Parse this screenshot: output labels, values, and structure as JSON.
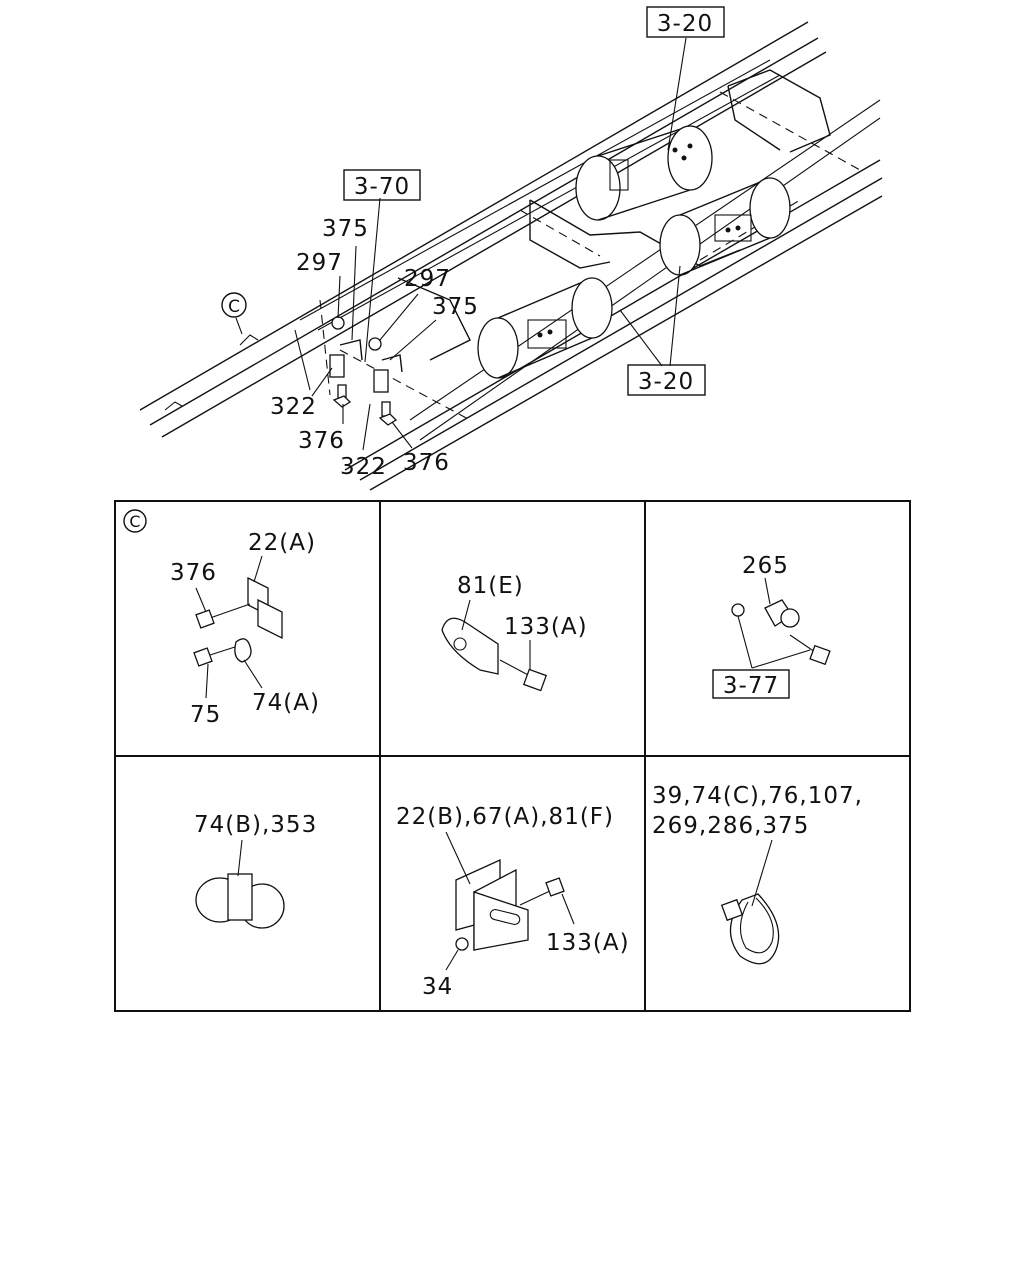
{
  "main_diagram": {
    "ref_boxes": {
      "top_right": "3-20",
      "left": "3-70",
      "bottom_right": "3-20"
    },
    "callout_marker": "C",
    "labels": {
      "l375_a": "375",
      "l297_a": "297",
      "l297_b": "297",
      "l375_b": "375",
      "l322_a": "322",
      "l376_a": "376",
      "l322_b": "322",
      "l376_b": "376"
    }
  },
  "detail_grid": {
    "cells": [
      {
        "marker": "C",
        "labels": {
          "a": "22(A)",
          "b": "376",
          "c": "75",
          "d": "74(A)"
        }
      },
      {
        "labels": {
          "a": "81(E)",
          "b": "133(A)"
        }
      },
      {
        "ref_box": "3-77",
        "labels": {
          "a": "265"
        }
      },
      {
        "labels": {
          "a": "74(B),353"
        }
      },
      {
        "labels": {
          "a": "22(B),67(A),81(F)",
          "b": "133(A)",
          "c": "34"
        }
      },
      {
        "labels": {
          "a": "39,74(C),76,107,",
          "b": "269,286,375"
        }
      }
    ]
  }
}
